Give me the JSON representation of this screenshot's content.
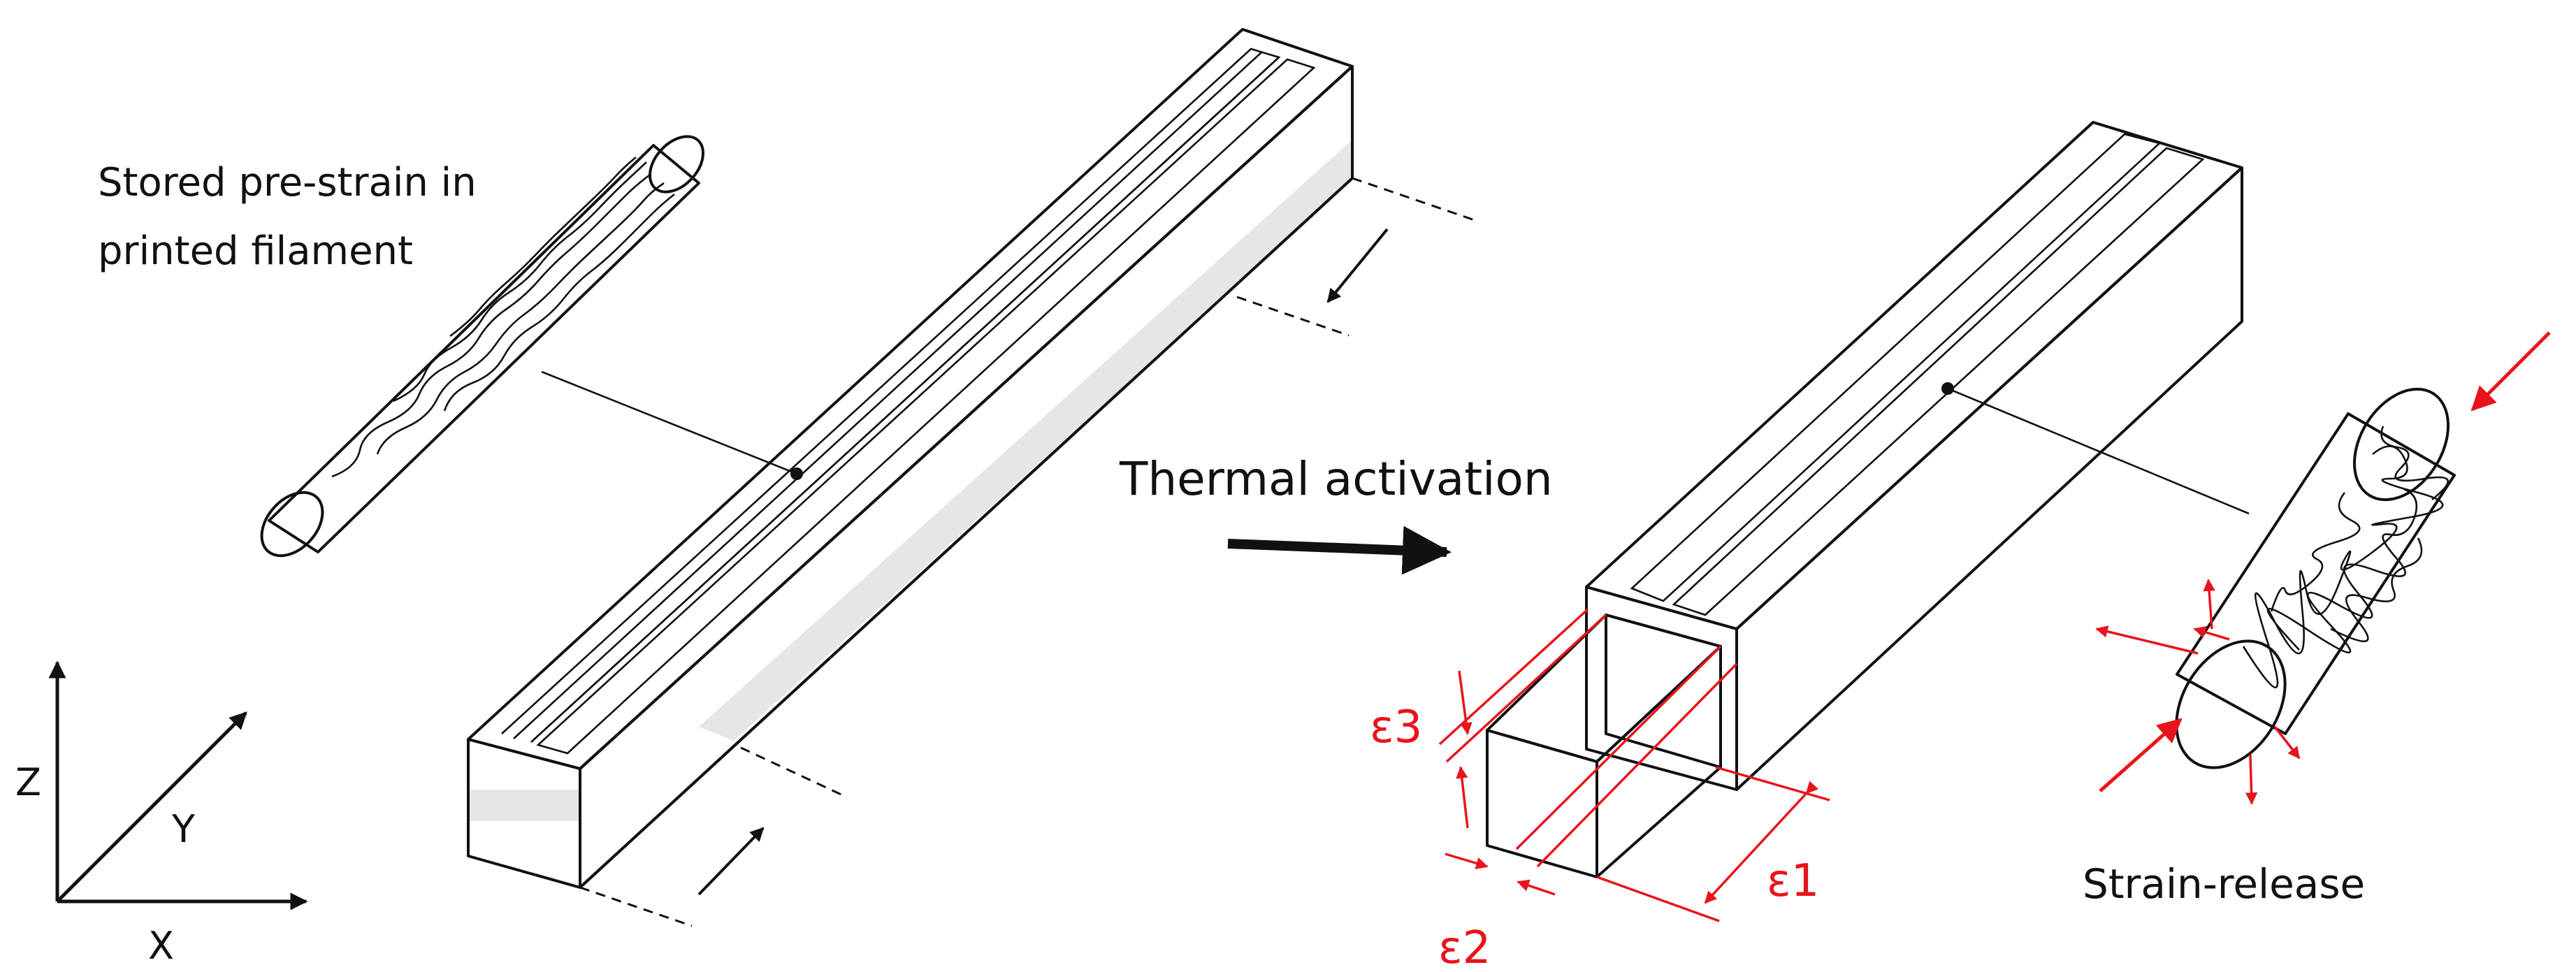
{
  "labels": {
    "stored_prestrain_line1": "Stored pre-strain in",
    "stored_prestrain_line2": "printed filament",
    "thermal_activation": "Thermal activation",
    "strain_release": "Strain-release"
  },
  "axes": {
    "z": "Z",
    "y": "Y",
    "x": "X"
  },
  "strains": {
    "e1": "ε1",
    "e2": "ε2",
    "e3": "ε3"
  },
  "colors": {
    "accent": "#e8141b",
    "ink": "#111111",
    "face_light": "#ececec",
    "face_mid": "#dcdcdc",
    "face_dark": "#cfcfcf"
  }
}
